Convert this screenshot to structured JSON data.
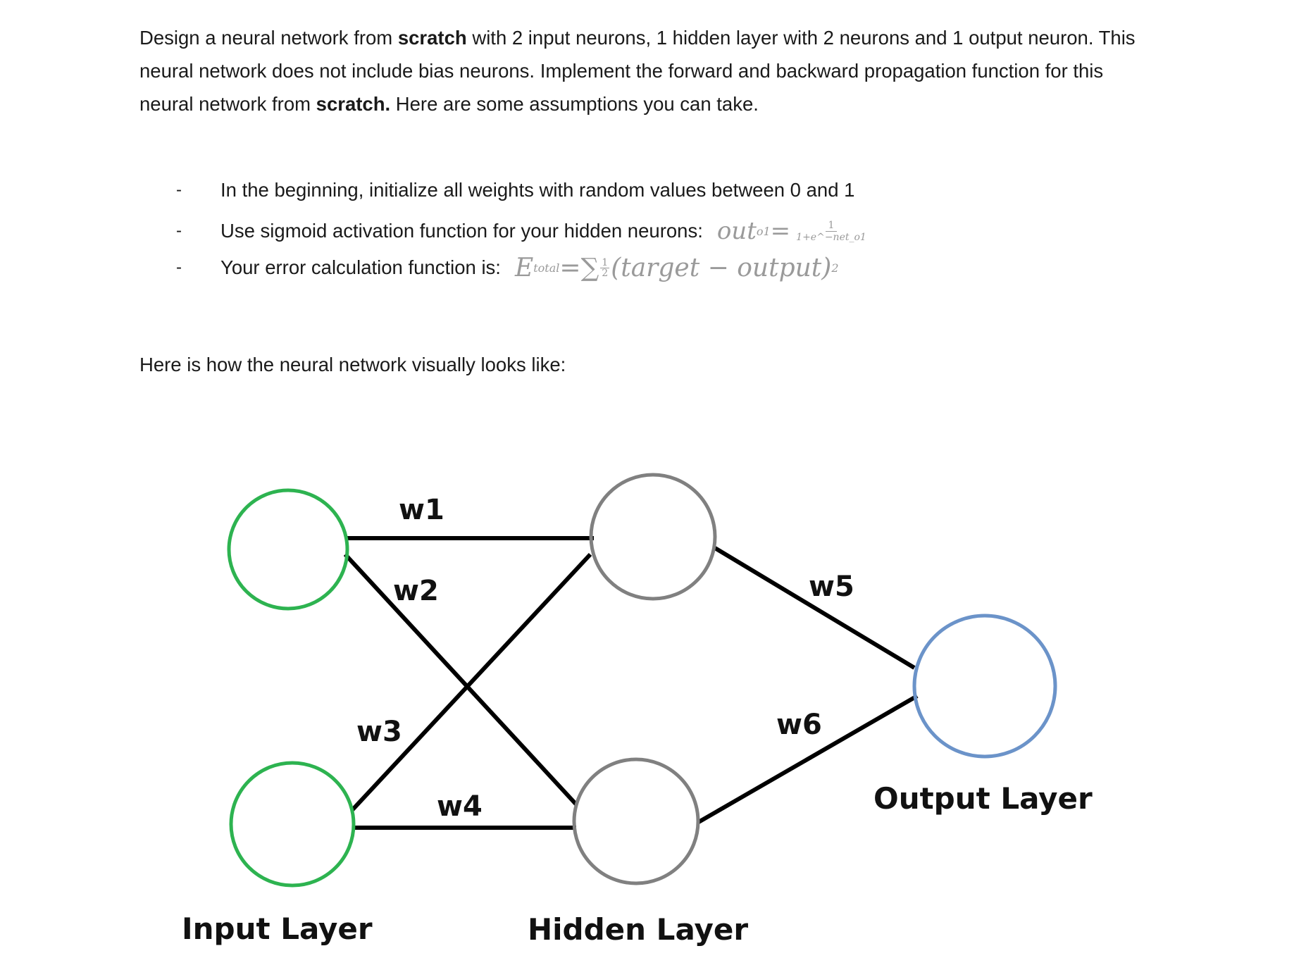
{
  "intro": {
    "p1": "Design a neural network from ",
    "b1": "scratch",
    "p2": " with 2 input neurons, 1 hidden layer with 2 neurons and 1 output neuron. This neural network does not include bias neurons. Implement the forward and backward propagation function for this neural network from ",
    "b2": "scratch.",
    "p3": " Here are some assumptions you can take."
  },
  "bullets": {
    "dash": "-",
    "item1": "In the beginning, initialize all weights with random values between 0 and 1",
    "item2": "Use sigmoid activation function for your hidden neurons:",
    "item3": "Your error calculation function is:",
    "sigmoid": {
      "lhs": "out",
      "lhs_sub": "o1",
      "eq": " = ",
      "num": "1",
      "den": "1+e^−net_o1"
    },
    "error": {
      "lhs": "E",
      "lhs_sub": "total",
      "eq": " = ",
      "sum": "∑",
      "half_num": "1",
      "half_den": "2",
      "body": "(target − output)",
      "power": "2"
    }
  },
  "subtitle": "Here is how the neural network visually looks like:",
  "diagram": {
    "weights": {
      "w1": "w1",
      "w2": "w2",
      "w3": "w3",
      "w4": "w4",
      "w5": "w5",
      "w6": "w6"
    },
    "layers": {
      "input": "Input Layer",
      "hidden": "Hidden Layer",
      "output": "Output Layer"
    },
    "colors": {
      "input_neuron": "#2db350",
      "hidden_neuron": "#808080",
      "output_neuron": "#6b93c9",
      "edge": "#000000"
    }
  }
}
